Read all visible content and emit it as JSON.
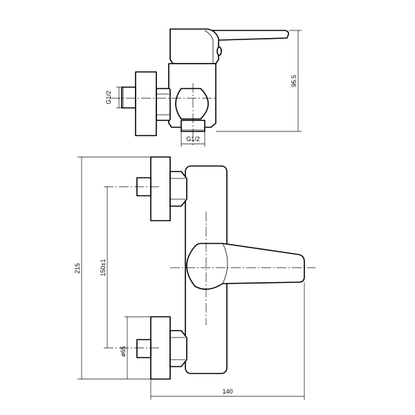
{
  "drawing": {
    "side_view": {
      "labels": {
        "height_dim": "95.5",
        "thread_left": "G1/2",
        "thread_bottom": "G1/2"
      }
    },
    "front_view": {
      "labels": {
        "overall_height": "215",
        "center_distance": "150±1",
        "flange_diameter": "ø65",
        "overall_depth": "140"
      }
    }
  }
}
